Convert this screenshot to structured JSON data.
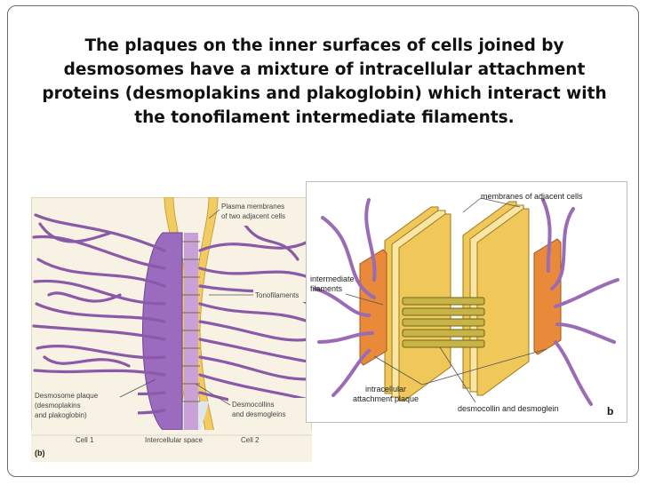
{
  "slide": {
    "title": "The plaques on the inner surfaces of cells joined by desmosomes have a mixture of intracellular attachment proteins (desmoplakins and plakoglobin) which interact with the tonofilament intermediate filaments."
  },
  "figure_left": {
    "plasma_membranes": [
      "Plasma membranes",
      "of two adjacent cells"
    ],
    "tonofilaments": "Tonofilaments",
    "desmosome_plaque": [
      "Desmosome plaque",
      "(desmoplakins",
      "and plakoglobin)"
    ],
    "desmocollins": [
      "Desmocollins",
      "and desmogleins"
    ],
    "cell1": "Cell 1",
    "intercellular": "Intercellular space",
    "cell2": "Cell 2",
    "panel_letter": "(b)"
  },
  "figure_right": {
    "membranes": "membranes of adjacent cells",
    "intermediate": [
      "intermediate",
      "filaments"
    ],
    "intracellular": [
      "intracellular",
      "attachment plaque"
    ],
    "desmocollin": "desmocollin and desmoglein",
    "panel_letter": "b"
  },
  "colors": {
    "purple": "#8a5aa8",
    "membrane_yellow": "#f0c95a",
    "plaque_orange": "#e88a3a"
  }
}
